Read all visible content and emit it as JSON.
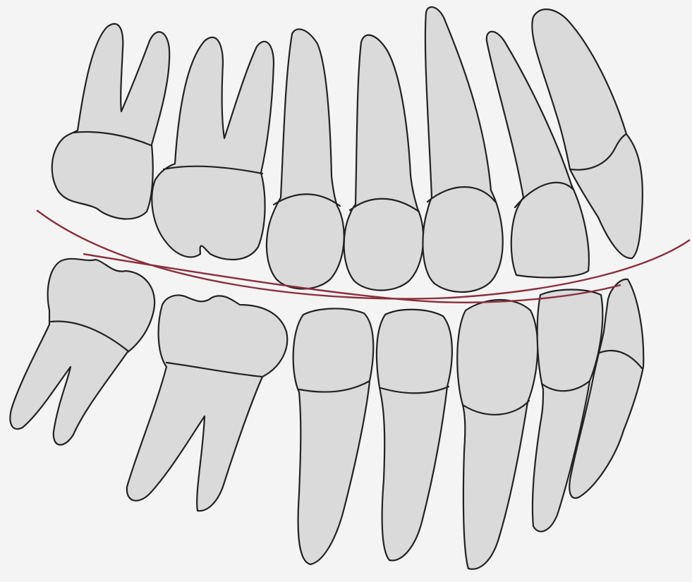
{
  "colors": {
    "background": "#f4f4f4",
    "tooth_fill": "#dadada",
    "outline": "#222222",
    "occlusal_curve": "#8a2f3c"
  },
  "teeth": {
    "upper": [
      "upper-molar-1",
      "upper-molar-2",
      "upper-premolar-1",
      "upper-premolar-2",
      "upper-canine",
      "upper-lateral-incisor",
      "upper-central-incisor"
    ],
    "lower": [
      "lower-molar-1",
      "lower-molar-2",
      "lower-premolar-1",
      "lower-premolar-2",
      "lower-canine",
      "lower-lateral-incisor",
      "lower-central-incisor"
    ]
  }
}
